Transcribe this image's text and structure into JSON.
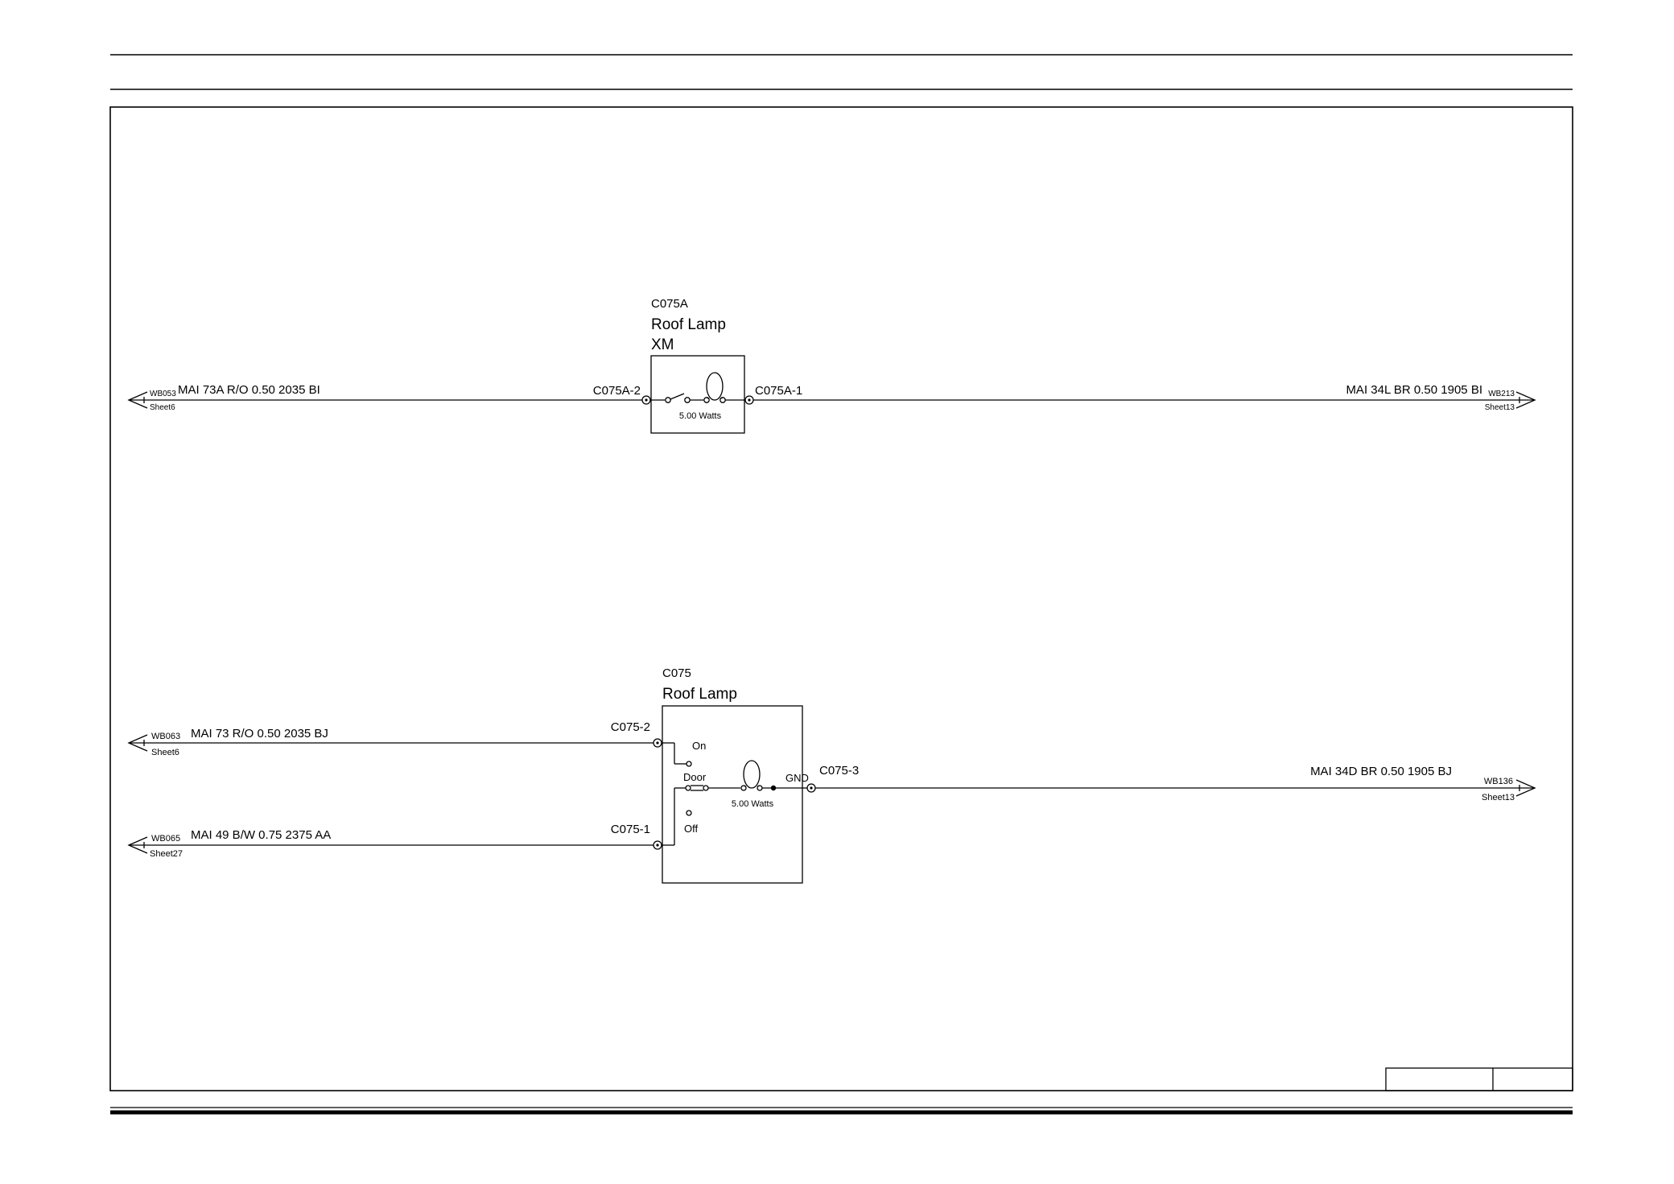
{
  "components": {
    "c075a": {
      "ref": "C075A",
      "name": "Roof Lamp",
      "variant": "XM",
      "pin_left": "C075A-2",
      "pin_right": "C075A-1",
      "wattage": "5.00 Watts"
    },
    "c075": {
      "ref": "C075",
      "name": "Roof Lamp",
      "pin_top": "C075-2",
      "pin_bottom": "C075-1",
      "pin_right": "C075-3",
      "switch_on": "On",
      "switch_door": "Door",
      "switch_off": "Off",
      "ground": "GND",
      "wattage": "5.00 Watts"
    }
  },
  "wires": {
    "w1": {
      "label": "MAI  73A  R/O  0.50  2035  BI",
      "ref": "WB053",
      "sheet": "Sheet6"
    },
    "w2": {
      "label": "MAI  34L  BR  0.50  1905  BI",
      "ref": "WB213",
      "sheet": "Sheet13"
    },
    "w3": {
      "label": "MAI   73  R/O  0.50  2035  BJ",
      "ref": "WB063",
      "sheet": "Sheet6"
    },
    "w4": {
      "label": "MAI   49  B/W  0.75  2375  AA",
      "ref": "WB065",
      "sheet": "Sheet27"
    },
    "w5": {
      "label": "MAI   34D  BR  0.50  1905  BJ",
      "ref": "WB136",
      "sheet": "Sheet13"
    }
  }
}
